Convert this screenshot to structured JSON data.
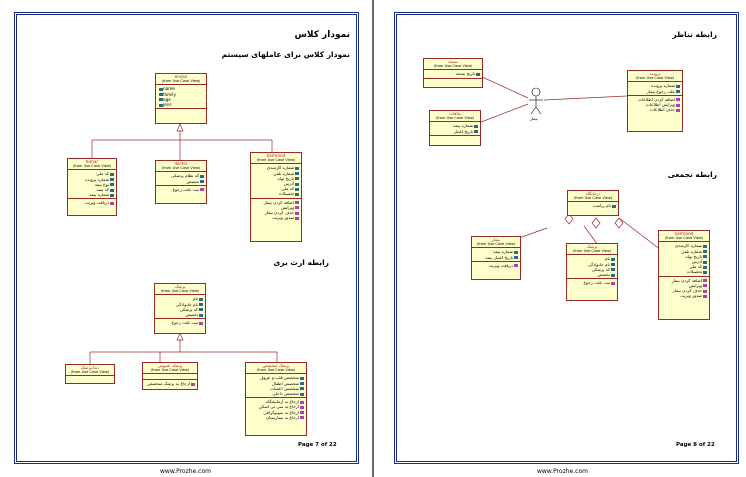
{
  "pages": [
    {
      "title": "نمودار کلاس",
      "subtitle": "نمودار کلاس برای عاملهای سیستم",
      "section2": "رابطه ارث بری",
      "footer": "Page 7 of 22",
      "url": "www.Prozhe.com",
      "classes": {
        "ensan": {
          "name": "ensan",
          "stereo": "(from Use Case View)",
          "attrs": [
            "name",
            "family",
            "age",
            "jens"
          ],
          "ops": []
        },
        "bimar": {
          "name": "bimar",
          "stereo": "(from Use Case View)",
          "attrs": [
            "کد ملی",
            "شماره پرونده",
            "نوع بیمه",
            "کد بیمه",
            "شماره بیمه"
          ],
          "ops": [
            "دریافت ویزیت"
          ]
        },
        "doctor": {
          "name": "doctor",
          "stereo": "(from Use Case View)",
          "attrs": [
            "کد نظام پزشکی",
            "تخصص"
          ],
          "ops": [
            "ثبت علت رجوع"
          ]
        },
        "karmand": {
          "name": "karmand",
          "stereo": "(from Use Case View)",
          "attrs": [
            "شماره کارمندی",
            "شماره تلفن",
            "تاریخ تولد",
            "آدرس",
            "کد ملی",
            "تحصیلات"
          ],
          "ops": [
            "اضافه کردن بیمار",
            "ویرایش",
            "حذف کردن بیمار",
            "صدور ویزیت"
          ]
        },
        "pezeshk": {
          "name": "پزشک",
          "stereo": "(from Use Case View)",
          "attrs": [
            "نام",
            "نام خانوادگی",
            "کد پزشکی",
            "تخصص"
          ],
          "ops": [
            "ثبت علت رجوع"
          ]
        },
        "dandan": {
          "name": "دندانپزشک",
          "stereo": "(from Use Case View)",
          "attrs": [],
          "ops": []
        },
        "omoomi": {
          "name": "پزشک عمومی",
          "stereo": "(from Use Case View)",
          "attrs": [],
          "ops": [
            "ارجاع به پزشک متخصص"
          ]
        },
        "motakhases": {
          "name": "پزشک متخصص",
          "stereo": "(from Use Case View)",
          "attrs": [
            "متخصص قلب و عروق",
            "متخصص اطفال",
            "متخصص اعصاب",
            "متخصص داخلی"
          ],
          "ops": [
            "ارجاع به آزمایشگاه",
            "ارجاع به سی تی اسکن",
            "ارجاع به سونوگرافی",
            "ارجاع به بیمارستان"
          ]
        }
      }
    },
    {
      "title": "رابطه تناظر",
      "section2": "رابطه تجمعی",
      "footer": "Page 8 of 22",
      "url": "www.Prozhe.com",
      "actor": "بیمار",
      "classes": {
        "nobat": {
          "name": "نسخه",
          "stereo": "(from Use Case View)",
          "attrs": [
            "تاریخ نسخه"
          ],
          "ops": []
        },
        "parvande": {
          "name": "پرونده",
          "stereo": "(from Use Case View)",
          "attrs": [
            "شماره پرونده",
            "علت رجوع بیمار"
          ],
          "ops": [
            "اضافه کردن اطلاعات",
            "ویرایش اطلاعات",
            "حذف اطلاعات"
          ]
        },
        "naskhe": {
          "name": "ملاقات",
          "stereo": "(from Use Case View)",
          "attrs": [
            "شماره بیمه",
            "تاریخ اعتبار"
          ],
          "ops": []
        },
        "darmangah": {
          "name": "درمانگاه",
          "stereo": "(from Use Case View)",
          "attrs": [
            "نام ریاست"
          ],
          "ops": []
        },
        "bimar2": {
          "name": "بیمار",
          "stereo": "(from Use Case View)",
          "attrs": [
            "شماره بیمه",
            "تاریخ اعتبار بیمه"
          ],
          "ops": [
            "دریافت ویزیت"
          ]
        },
        "pezeshk2": {
          "name": "پزشک",
          "stereo": "(from Use Case View)",
          "attrs": [
            "نام",
            "نام خانوادگی",
            "کد پزشکی",
            "تخصص"
          ],
          "ops": [
            "ثبت علت رجوع"
          ]
        },
        "karmand2": {
          "name": "karmand",
          "stereo": "(from Use Case View)",
          "attrs": [
            "شماره کارمندی",
            "شماره تلفن",
            "تاریخ تولد",
            "آدرس",
            "کد ملی",
            "تحصیلات"
          ],
          "ops": [
            "اضافه کردن بیمار",
            "ویرایش",
            "حذف کردن بیمار",
            "صدور ویزیت"
          ]
        }
      }
    }
  ]
}
